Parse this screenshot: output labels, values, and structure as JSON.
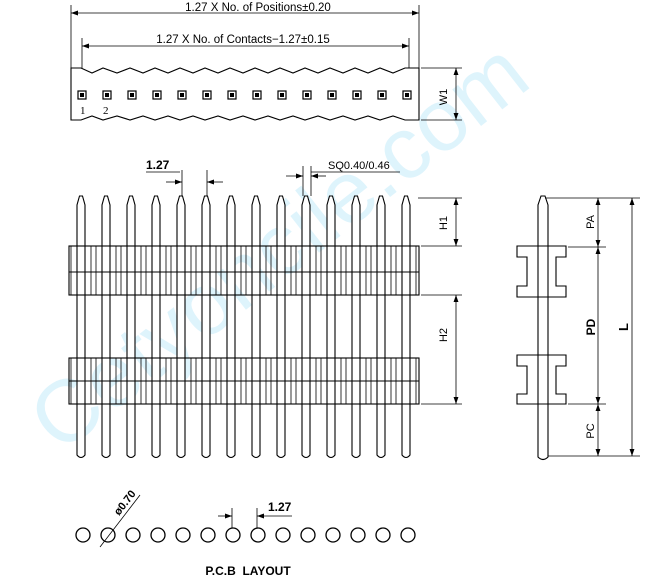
{
  "colors": {
    "ink": "#000000",
    "background": "#ffffff",
    "watermark": "#00a8e8"
  },
  "watermark": "Cetyoncile.com",
  "top_view": {
    "dim_overall": "1.27 X No. of Positions±0.20",
    "dim_contacts": "1.27 X No. of Contacts−1.27±0.15",
    "dim_width": "W1",
    "pin_label_1": "1",
    "pin_label_2": "2",
    "pin_count": 14
  },
  "front_view": {
    "dim_pitch": "1.27",
    "dim_square_pin": "SQ0.40/0.46",
    "dim_h1": "H1",
    "dim_h2": "H2",
    "pin_count": 14
  },
  "side_view": {
    "dim_pa": "PA",
    "dim_pd": "PD",
    "dim_pc": "PC",
    "dim_l": "L"
  },
  "pcb_layout": {
    "title": "P.C.B  LAYOUT",
    "dim_hole": "ø0.70",
    "dim_pitch": "1.27",
    "hole_count": 14
  }
}
